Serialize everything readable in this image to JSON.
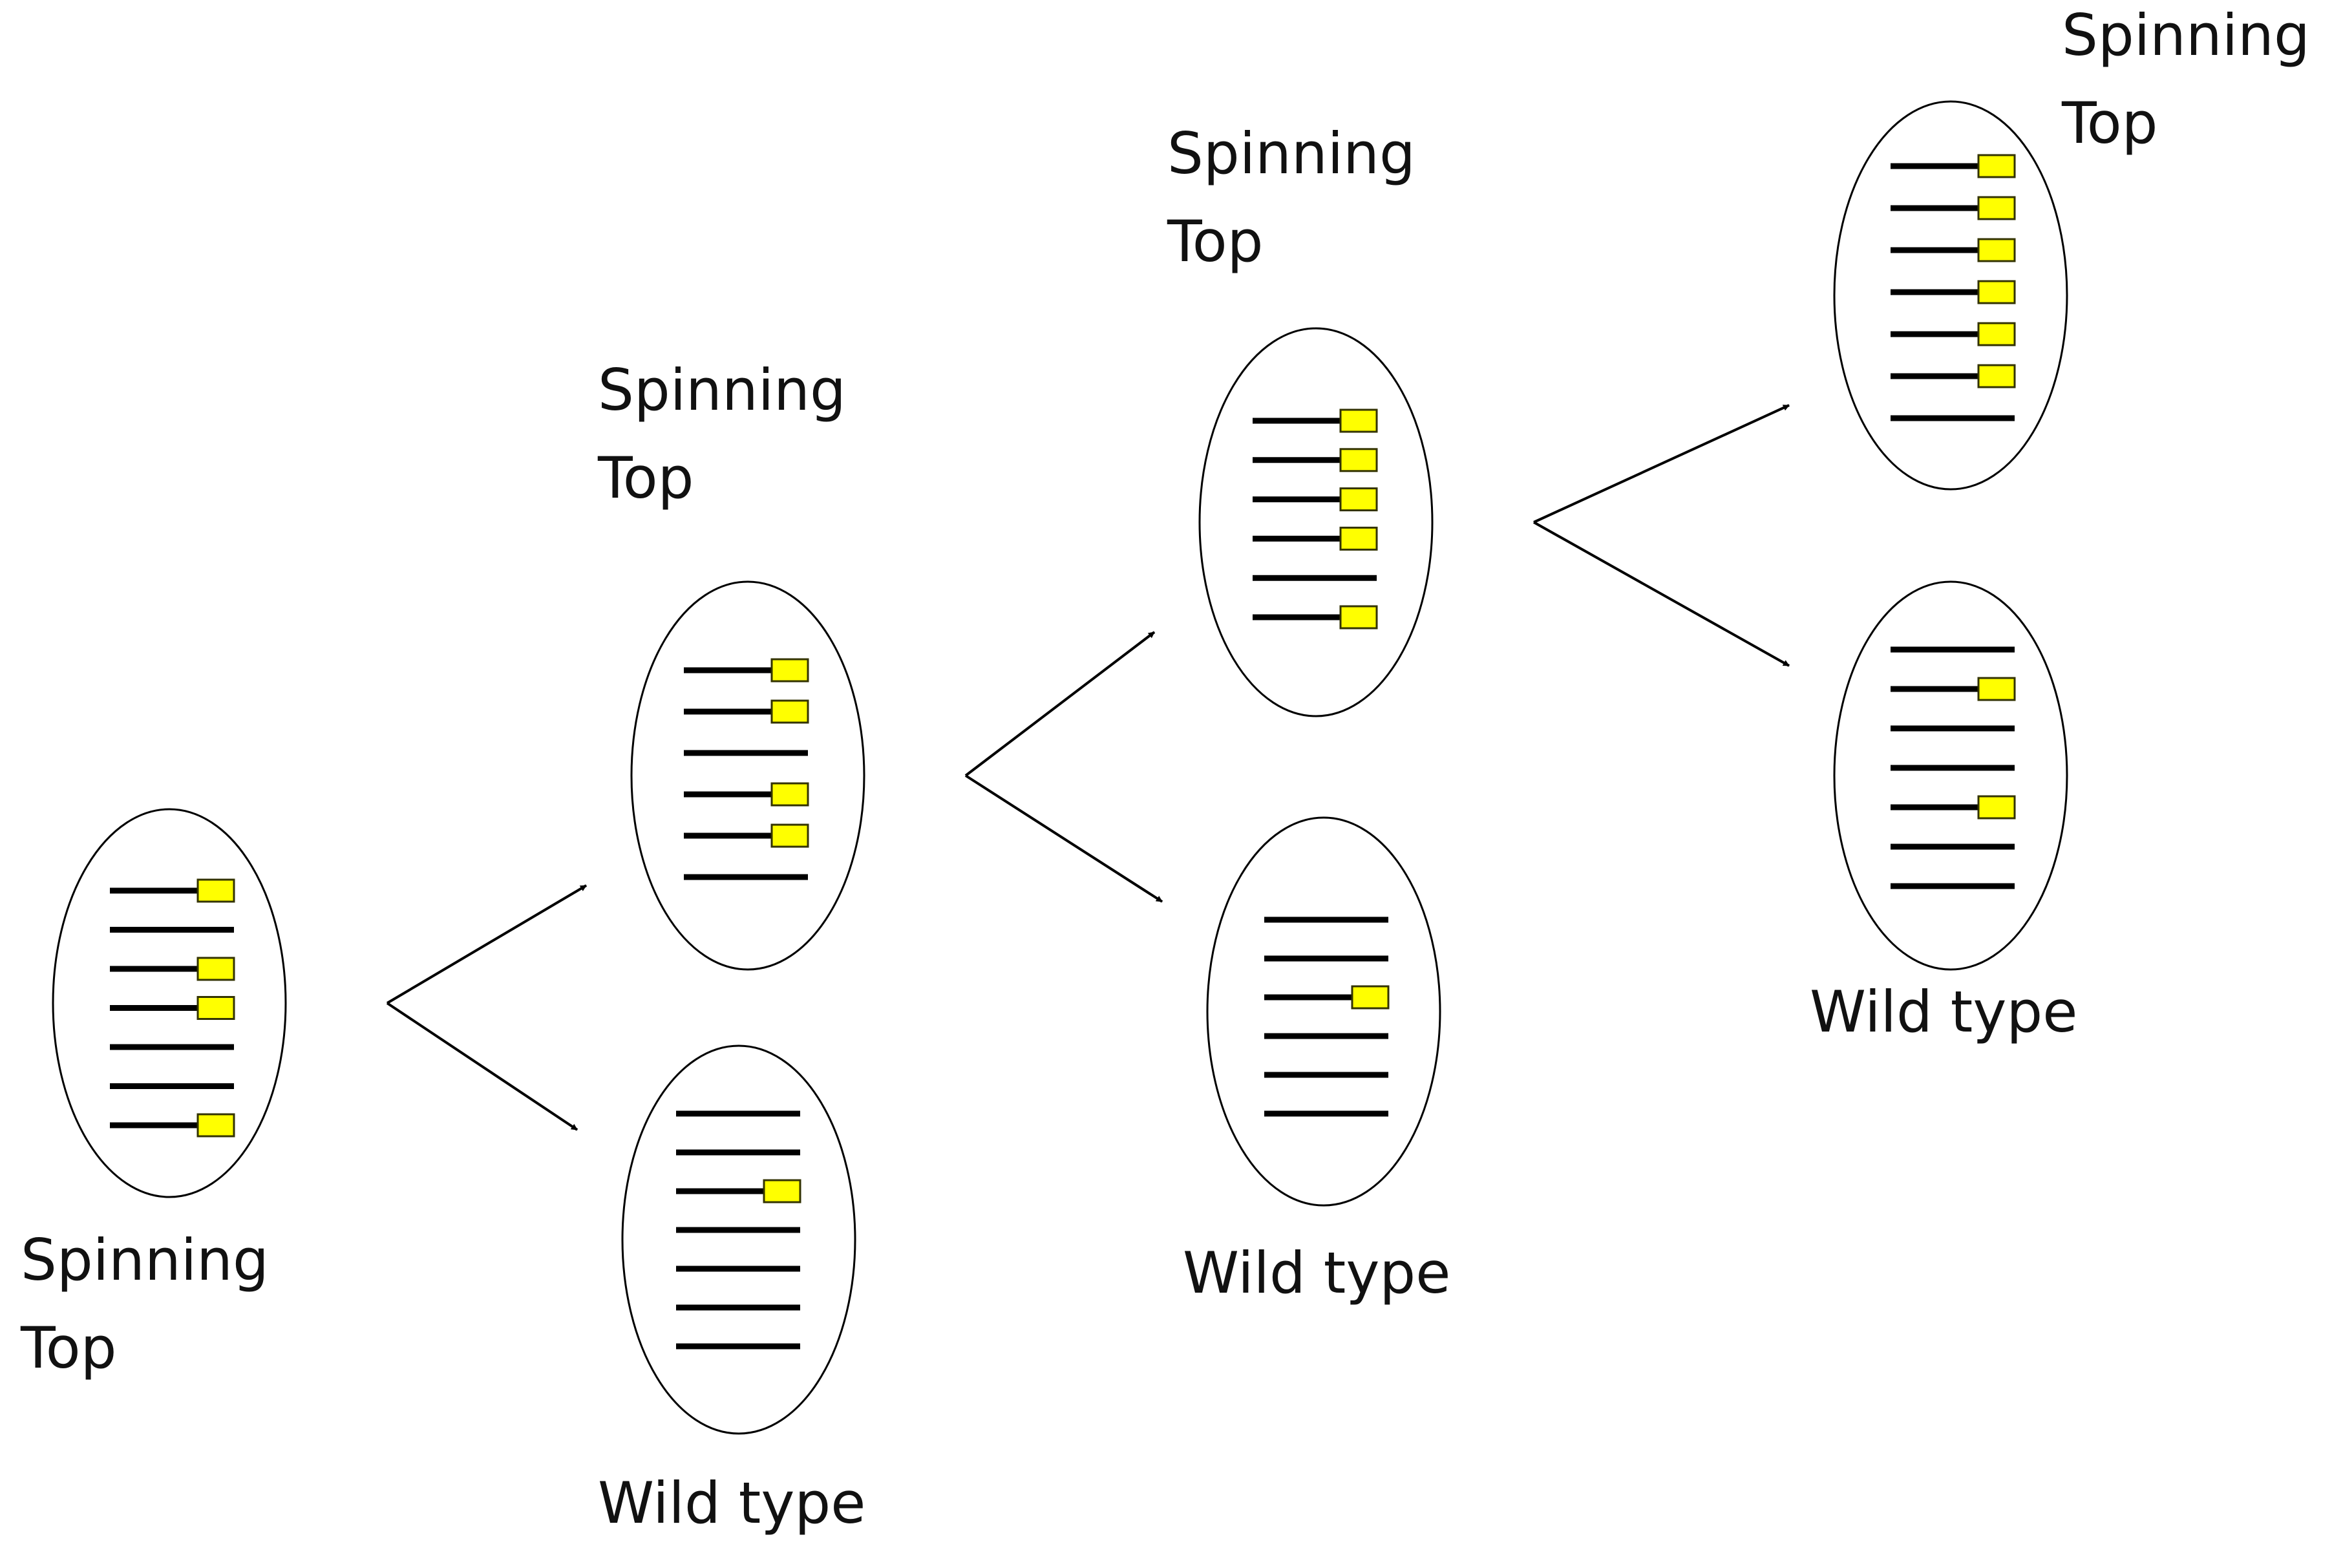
{
  "colors": {
    "background": "#ffffff",
    "outline": "#000000",
    "chromosome": "#000000",
    "marker_fill": "#ffff00",
    "marker_stroke": "#333300"
  },
  "cells": [
    {
      "id": "gen0",
      "label_lines": [
        "Spinning",
        "Top"
      ],
      "markers": [
        true,
        false,
        true,
        true,
        false,
        false,
        true
      ]
    },
    {
      "id": "gen1-top",
      "label_lines": [
        "Spinning",
        "Top"
      ],
      "markers": [
        true,
        true,
        false,
        true,
        true,
        false
      ]
    },
    {
      "id": "gen1-bottom",
      "label_lines": [
        "Wild type"
      ],
      "markers": [
        false,
        false,
        true,
        false,
        false,
        false,
        false
      ]
    },
    {
      "id": "gen2-top",
      "label_lines": [
        "Spinning",
        "Top"
      ],
      "markers": [
        true,
        true,
        true,
        true,
        false,
        true
      ]
    },
    {
      "id": "gen2-bottom",
      "label_lines": [
        "Wild type"
      ],
      "markers": [
        false,
        false,
        true,
        false,
        false,
        false
      ]
    },
    {
      "id": "gen3-top",
      "label_lines": [
        "Spinning",
        "Top"
      ],
      "markers": [
        true,
        true,
        true,
        true,
        true,
        true,
        false
      ]
    },
    {
      "id": "gen3-bottom",
      "label_lines": [
        "Wild type"
      ],
      "markers": [
        false,
        true,
        false,
        false,
        true,
        false,
        false
      ]
    }
  ],
  "branches": [
    {
      "from": "gen0",
      "to": [
        "gen1-top",
        "gen1-bottom"
      ]
    },
    {
      "from": "gen1-top",
      "to": [
        "gen2-top",
        "gen2-bottom"
      ]
    },
    {
      "from": "gen2-top",
      "to": [
        "gen3-top",
        "gen3-bottom"
      ]
    }
  ]
}
